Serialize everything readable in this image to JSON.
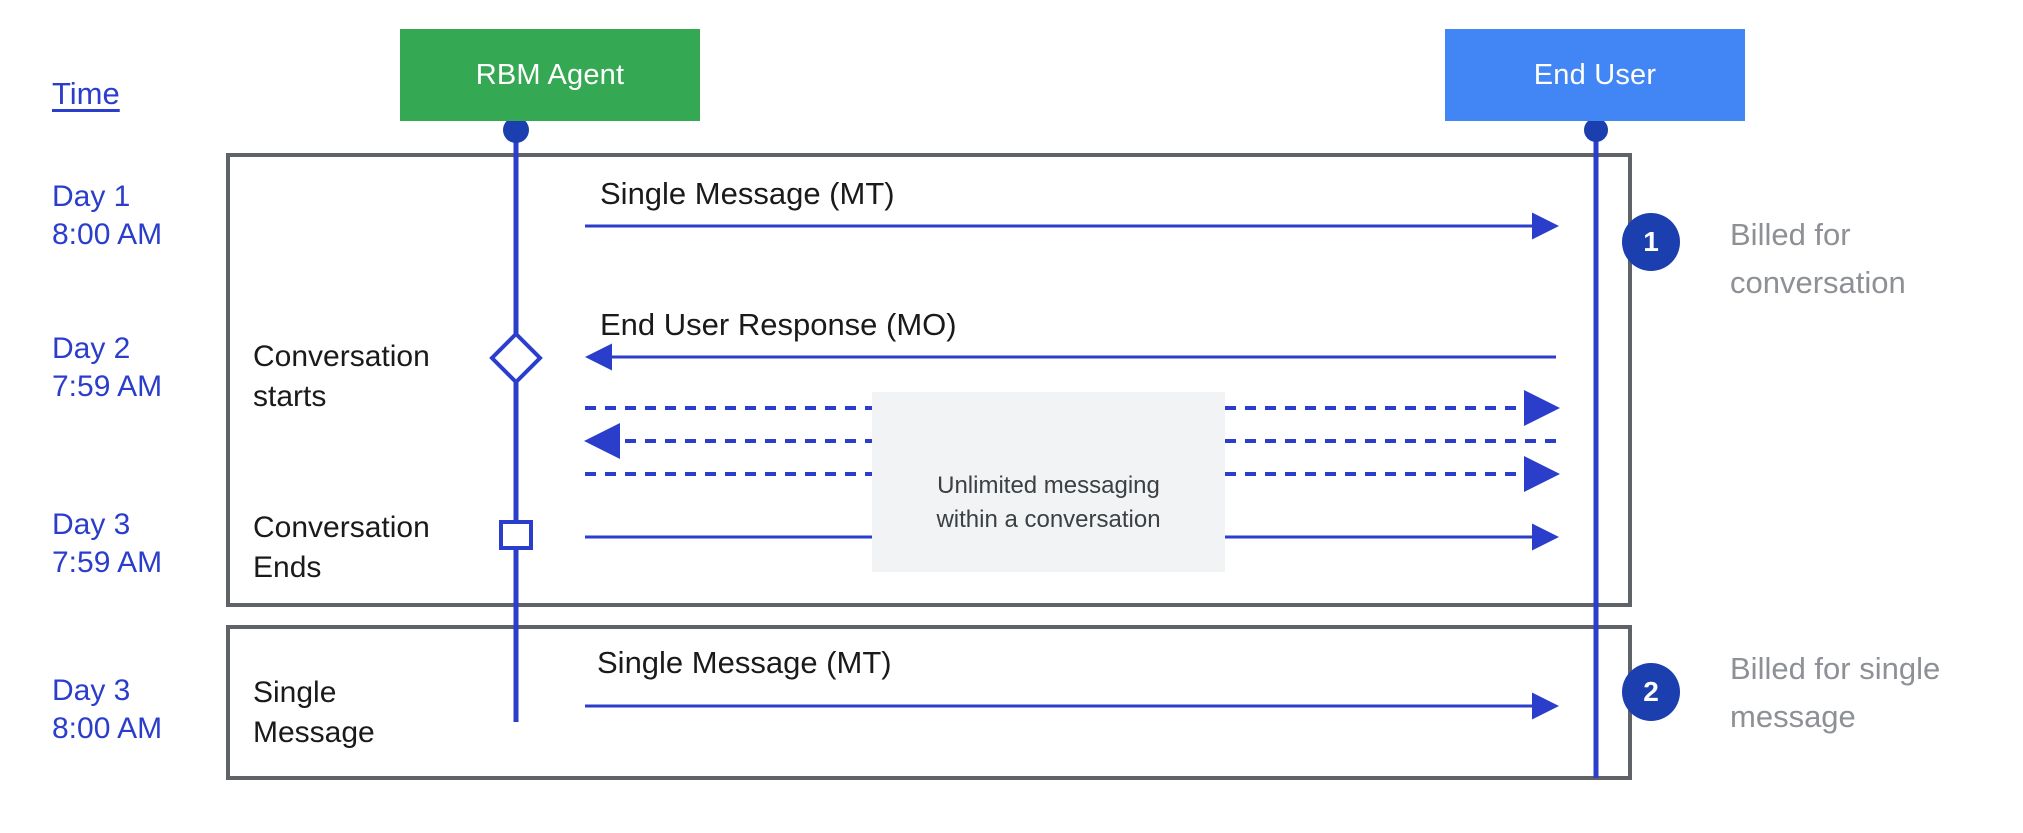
{
  "diagram": {
    "title_hidden": "RBM conversation billing sequence",
    "actors": [
      {
        "id": "rbm-agent",
        "label": "RBM Agent",
        "color": "#34a853"
      },
      {
        "id": "end-user",
        "label": "End User",
        "color": "#4285f4"
      }
    ],
    "time_axis": {
      "header": "Time",
      "entries": [
        {
          "id": "t1",
          "text": "Day 1\n8:00 AM"
        },
        {
          "id": "t2",
          "text": "Day 2\n7:59 AM"
        },
        {
          "id": "t3",
          "text": "Day 3\n7:59 AM"
        },
        {
          "id": "t4",
          "text": "Day 3\n8:00 AM"
        }
      ]
    },
    "stage_labels": [
      {
        "id": "conversation-starts",
        "text": "Conversation\nstarts"
      },
      {
        "id": "conversation-ends",
        "text": "Conversation\nEnds"
      },
      {
        "id": "single-message",
        "text": "Single\nMessage"
      }
    ],
    "messages": [
      {
        "id": "mt-1",
        "caption": "Single Message (MT)",
        "direction": "agent-to-user",
        "style": "solid"
      },
      {
        "id": "mo-1",
        "caption": "End User Response (MO)",
        "direction": "user-to-agent",
        "style": "solid"
      },
      {
        "id": "mt-2",
        "caption": "Single Message (MT)",
        "direction": "agent-to-user",
        "style": "solid"
      }
    ],
    "note": {
      "id": "unlimited-messaging",
      "text": "Unlimited messaging\nwithin a conversation",
      "background": "#f1f3f4"
    },
    "callouts": [
      {
        "number": "1",
        "text": "Billed for\nconversation"
      },
      {
        "number": "2",
        "text": "Billed for single\nmessage"
      }
    ],
    "colors": {
      "agent_green": "#34a853",
      "user_blue": "#4285f4",
      "lifeline_blue": "#2b3ecb",
      "badge_blue": "#1b3fae",
      "time_text": "#2b3ecb",
      "annotation_gray": "#8d9094",
      "frame_gray": "#5f6368",
      "note_bg": "#f1f3f4"
    }
  }
}
